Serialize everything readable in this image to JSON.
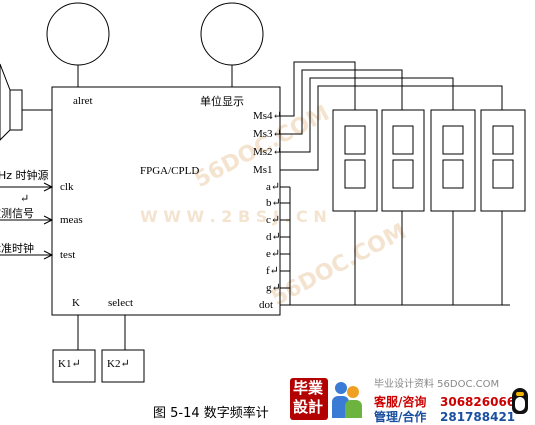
{
  "diagram": {
    "chip_label": "FPGA/CPLD",
    "top_left_label": "alret",
    "top_right_label": "单位显示",
    "left_inputs": [
      {
        "source": "Hz 时钟源",
        "pin": "clk"
      },
      {
        "source": "被测信号",
        "pin": "meas"
      },
      {
        "source": "标准时钟",
        "pin": "test"
      }
    ],
    "bottom_labels": {
      "k": "K",
      "select": "select"
    },
    "right_pins": [
      "Ms4",
      "Ms3",
      "Ms2",
      "Ms1",
      "a",
      "b",
      "c",
      "d",
      "e",
      "f",
      "g",
      "dot"
    ],
    "buttons": [
      "K1",
      "K2"
    ],
    "return_mark": "↵"
  },
  "caption": "图 5-14 数字频率计",
  "watermarks": {
    "site": "56DOC.COM",
    "diag": "W W W . 2 B S J . C N",
    "diag2": "56DOC.COM"
  },
  "ad": {
    "logo_top": "毕業",
    "logo_bottom": "設計",
    "title": "毕业设计资料 56DOC.COM",
    "line1_label": "客服/咨询",
    "line1_number": "306826066",
    "line2_label": "管理/合作",
    "line2_number": "281788421"
  },
  "colors": {
    "line": "#000000",
    "watermark": "#e9c9a0",
    "ad_red": "#cc0000",
    "ad_blue": "#1a4fa0"
  }
}
